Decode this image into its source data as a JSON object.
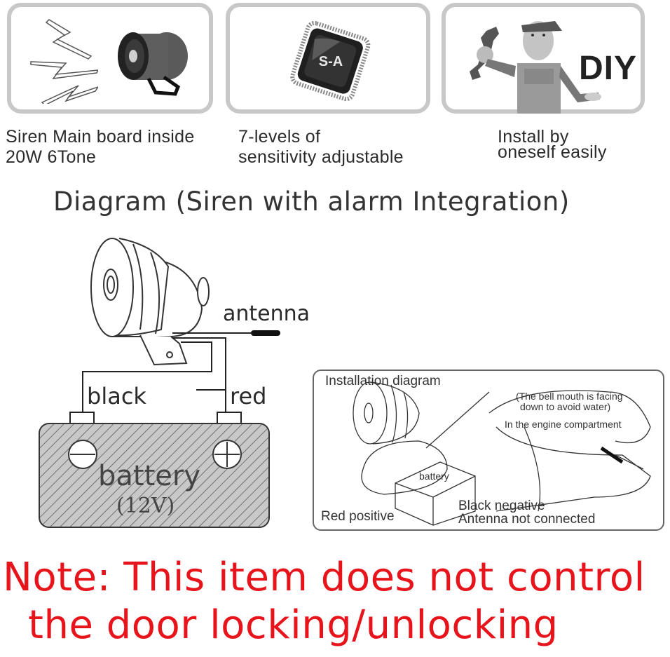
{
  "features": [
    {
      "icon": "siren-horn-icon",
      "caption_line1": "Siren Main board inside",
      "caption_line2": "20W 6Tone"
    },
    {
      "icon": "chip-icon",
      "chip_label": "S-A",
      "caption_line1": "7-levels of",
      "caption_line2": "sensitivity adjustable"
    },
    {
      "icon": "diy-mechanic-icon",
      "badge": "DIY",
      "caption_line1": "Install by",
      "caption_line2": "oneself easily"
    }
  ],
  "diagram": {
    "title": "Diagram (Siren with alarm Integration)",
    "labels": {
      "antenna": "antenna",
      "black": "black",
      "red": "red",
      "battery": "battery",
      "voltage": "(12V)"
    }
  },
  "installation": {
    "title": "Installation diagram",
    "bell_note_line1": "(The bell mouth is facing",
    "bell_note_line2": "down to avoid water)",
    "location": "In the engine compartment",
    "battery": "battery",
    "red_positive": "Red positive",
    "black_negative": "Black negative",
    "antenna_note": "Antenna not connected"
  },
  "note": {
    "line1": "Note: This item does not control",
    "line2": "the door locking/unlocking",
    "color": "#e8141c"
  }
}
